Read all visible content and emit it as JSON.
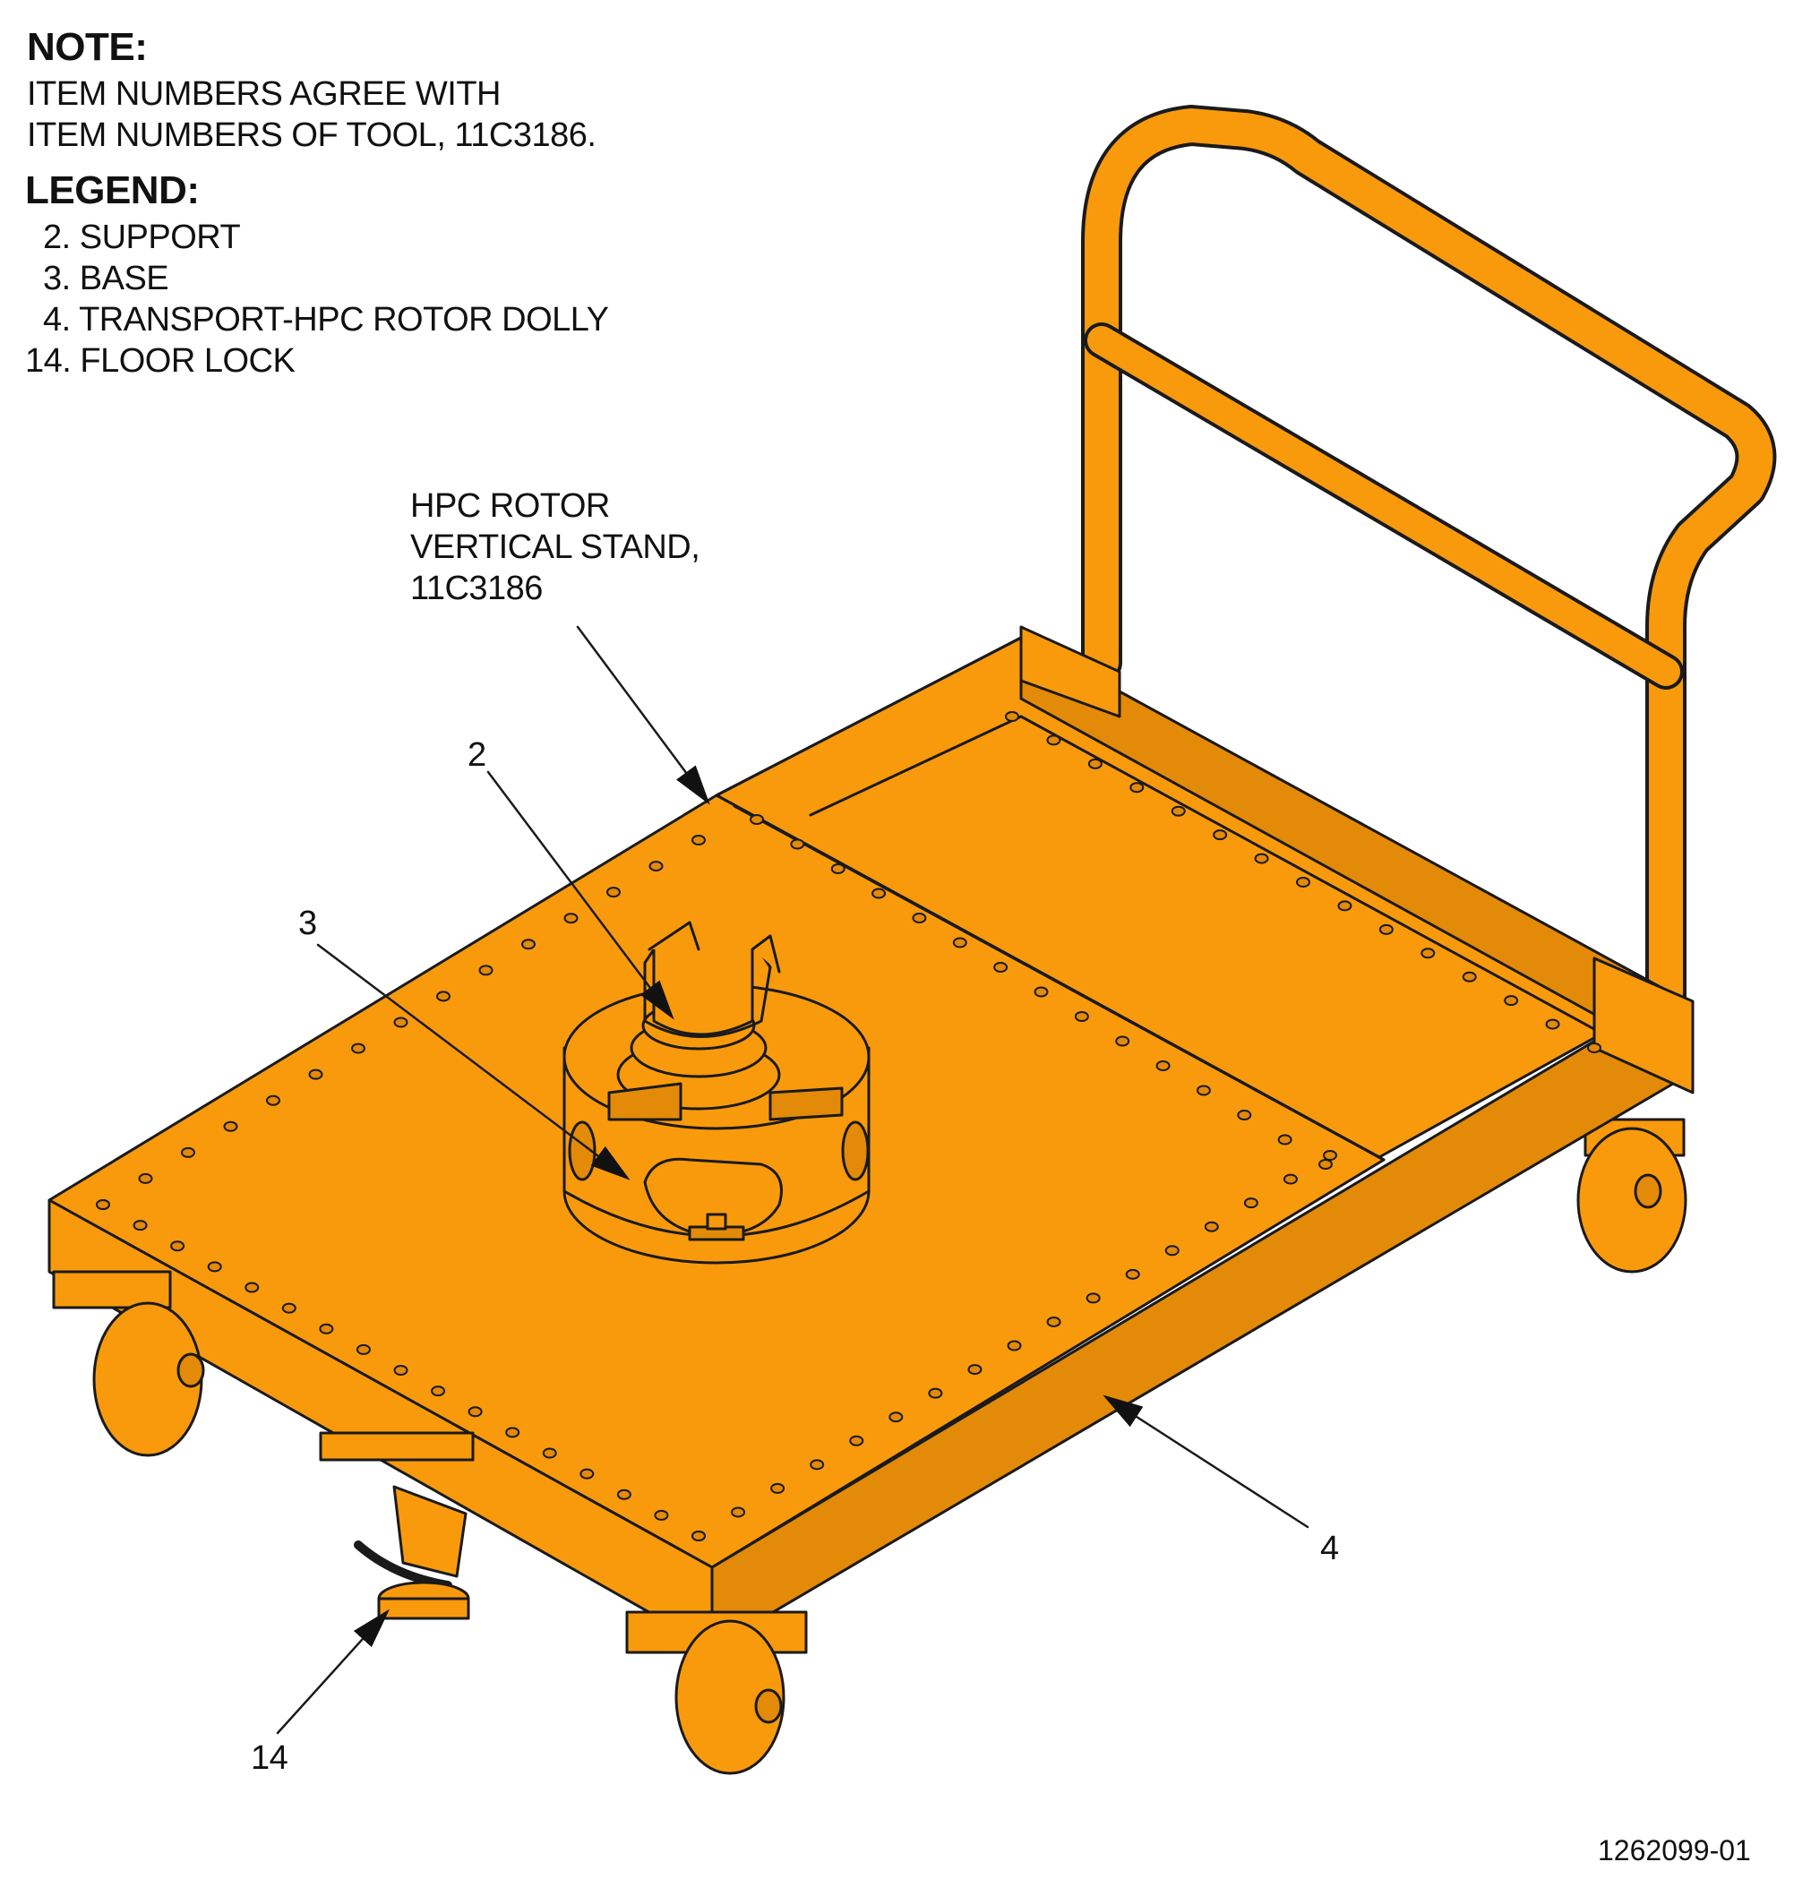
{
  "note": {
    "heading": "NOTE:",
    "line1": "ITEM NUMBERS AGREE WITH",
    "line2": "ITEM NUMBERS OF TOOL, 11C3186."
  },
  "legend": {
    "heading": "LEGEND:",
    "items": [
      {
        "num": "2.",
        "label": "SUPPORT"
      },
      {
        "num": "3.",
        "label": "BASE"
      },
      {
        "num": "4.",
        "label": "TRANSPORT-HPC ROTOR DOLLY"
      },
      {
        "num": "14.",
        "label": "FLOOR LOCK"
      }
    ]
  },
  "stand_label": {
    "line1": "HPC ROTOR",
    "line2": "VERTICAL STAND,",
    "line3": "11C3186"
  },
  "callouts": {
    "c2": "2",
    "c3": "3",
    "c4": "4",
    "c14": "14"
  },
  "figure_id": "1262099-01",
  "colors": {
    "body_orange": "#F99A0C",
    "shade_orange": "#E38A08",
    "line": "#1a1a1a"
  }
}
